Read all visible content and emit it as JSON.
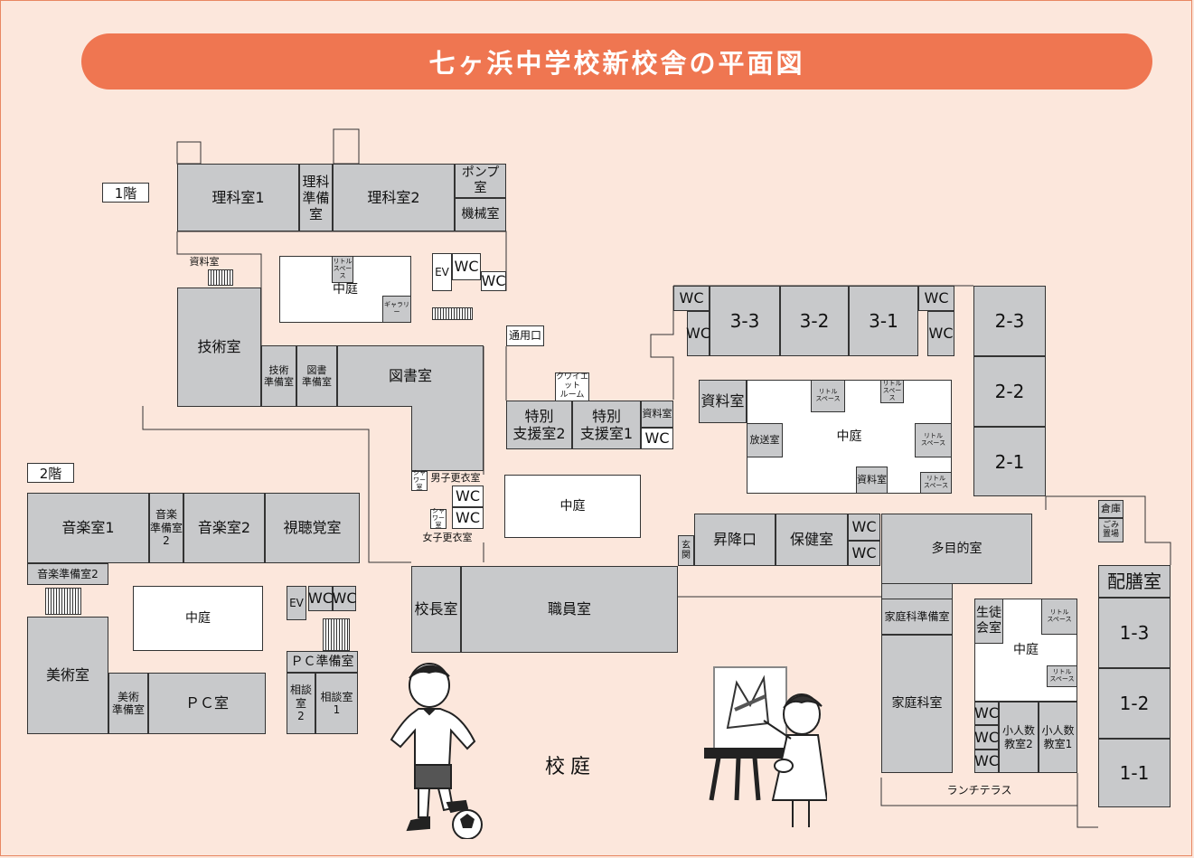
{
  "title": "七ヶ浜中学校新校舎の平面図",
  "floors": {
    "first": "1階",
    "second": "2階"
  },
  "yard": "校庭",
  "rooms": {
    "rika1": "理科室1",
    "rika_junbi": "理科\n準備\n室",
    "rika2": "理科室2",
    "pump": "ポンプ室",
    "kikai": "機械室",
    "shiryo_small": "資料室",
    "riteru1": "リトル\nスペース",
    "nakaniwa1": "中庭",
    "gallery": "ギャラリー",
    "ev1": "EV",
    "wc1": "WC",
    "wc2": "WC",
    "tsuyoguchi": "通用口",
    "gijutsu": "技術室",
    "gijutsu_junbi": "技術\n準備室",
    "tosho_junbi": "図書\n準備室",
    "tosho": "図書室",
    "quiet": "クワイエット\nルーム",
    "tokubetsu2": "特別\n支援室2",
    "tokubetsu1": "特別\n支援室1",
    "shiryo2": "資料室",
    "wc3": "WC",
    "shower1": "シャワー\n室",
    "boys_locker": "男子更衣室",
    "wc4": "WC",
    "shower2": "シャワー\n室",
    "wc5": "WC",
    "girls_locker": "女子更衣室",
    "nakaniwa2": "中庭",
    "wc6": "WC",
    "wc7": "WC",
    "c33": "3-3",
    "c32": "3-2",
    "c31": "3-1",
    "wc8": "WC",
    "wc9": "WC",
    "c23": "2-3",
    "c22": "2-2",
    "c21": "2-1",
    "shiryo3": "資料室",
    "riteru2": "リトル\nスペース",
    "riteru3": "リトル\nスペース",
    "hoso": "放送室",
    "nakaniwa3": "中庭",
    "riteru4": "リトル\nスペース",
    "shiryo4": "資料室",
    "riteru5": "リトル\nスペース",
    "soko": "倉庫",
    "gomi": "ごみ\n置場",
    "genkan": "玄\n関",
    "shokoguchi": "昇降口",
    "hoken": "保健室",
    "wc10": "WC",
    "wc11": "WC",
    "tamokuteki": "多目的室",
    "haizen": "配膳室",
    "kocho": "校長室",
    "shokuin": "職員室",
    "katei_junbi": "家庭科準備室",
    "katei": "家庭科室",
    "seito": "生徒\n会室",
    "riteru6": "リトル\nスペース",
    "nakaniwa4": "中庭",
    "riteru7": "リトル\nスペース",
    "wc12": "WC",
    "wc13": "WC",
    "wc14": "WC",
    "shonin2": "小人数\n教室2",
    "shonin1": "小人数\n教室1",
    "c13": "1-3",
    "c12": "1-2",
    "c11": "1-1",
    "lunch": "ランチテラス",
    "ongaku1": "音楽室1",
    "ongaku_junbi2v": "音楽\n準備室\n2",
    "ongaku2": "音楽室2",
    "shichokaku": "視聴覚室",
    "ongaku_junbi2": "音楽準備室2",
    "nakaniwa5": "中庭",
    "ev2": "EV",
    "wc15": "WC",
    "wc16": "WC",
    "pc_junbi": "ＰＣ準備室",
    "bijutsu": "美術室",
    "bijutsu_junbi": "美術\n準備室",
    "pc": "ＰＣ室",
    "sodan2": "相談室\n2",
    "sodan1": "相談室\n1"
  },
  "colors": {
    "background": "#fce7dc",
    "banner": "#ef7651",
    "room": "#c8c9cb",
    "courtyard": "#ffffff"
  }
}
